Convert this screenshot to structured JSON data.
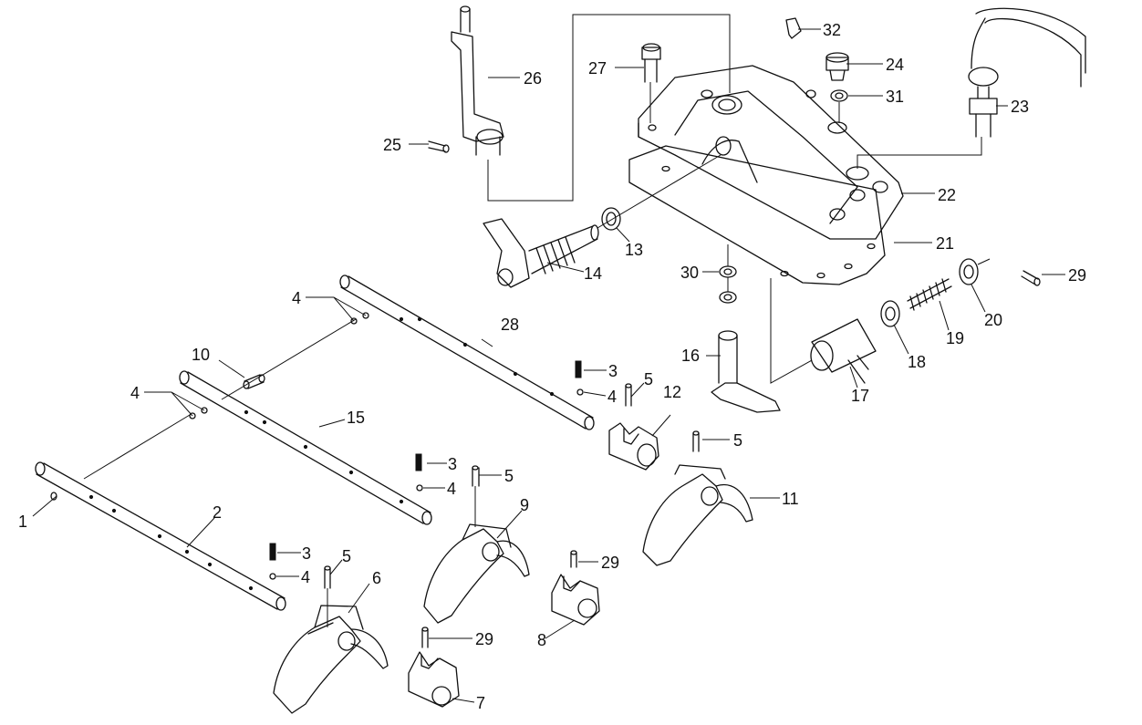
{
  "diagram": {
    "callouts": {
      "c1": "1",
      "c2": "2",
      "c3a": "3",
      "c3b": "3",
      "c3c": "3",
      "c4a": "4",
      "c4b": "4",
      "c4c": "4",
      "c4d": "4",
      "c4e": "4",
      "c5a": "5",
      "c5b": "5",
      "c5c": "5",
      "c5d": "5",
      "c6": "6",
      "c7": "7",
      "c8": "8",
      "c9": "9",
      "c10": "10",
      "c11": "11",
      "c12": "12",
      "c13": "13",
      "c14": "14",
      "c15": "15",
      "c16": "16",
      "c17": "17",
      "c18": "18",
      "c19": "19",
      "c20": "20",
      "c21": "21",
      "c22": "22",
      "c23": "23",
      "c24": "24",
      "c25": "25",
      "c26": "26",
      "c27": "27",
      "c28": "28",
      "c29a": "29",
      "c29b": "29",
      "c29c": "29",
      "c30": "30",
      "c31": "31",
      "c32": "32"
    }
  }
}
